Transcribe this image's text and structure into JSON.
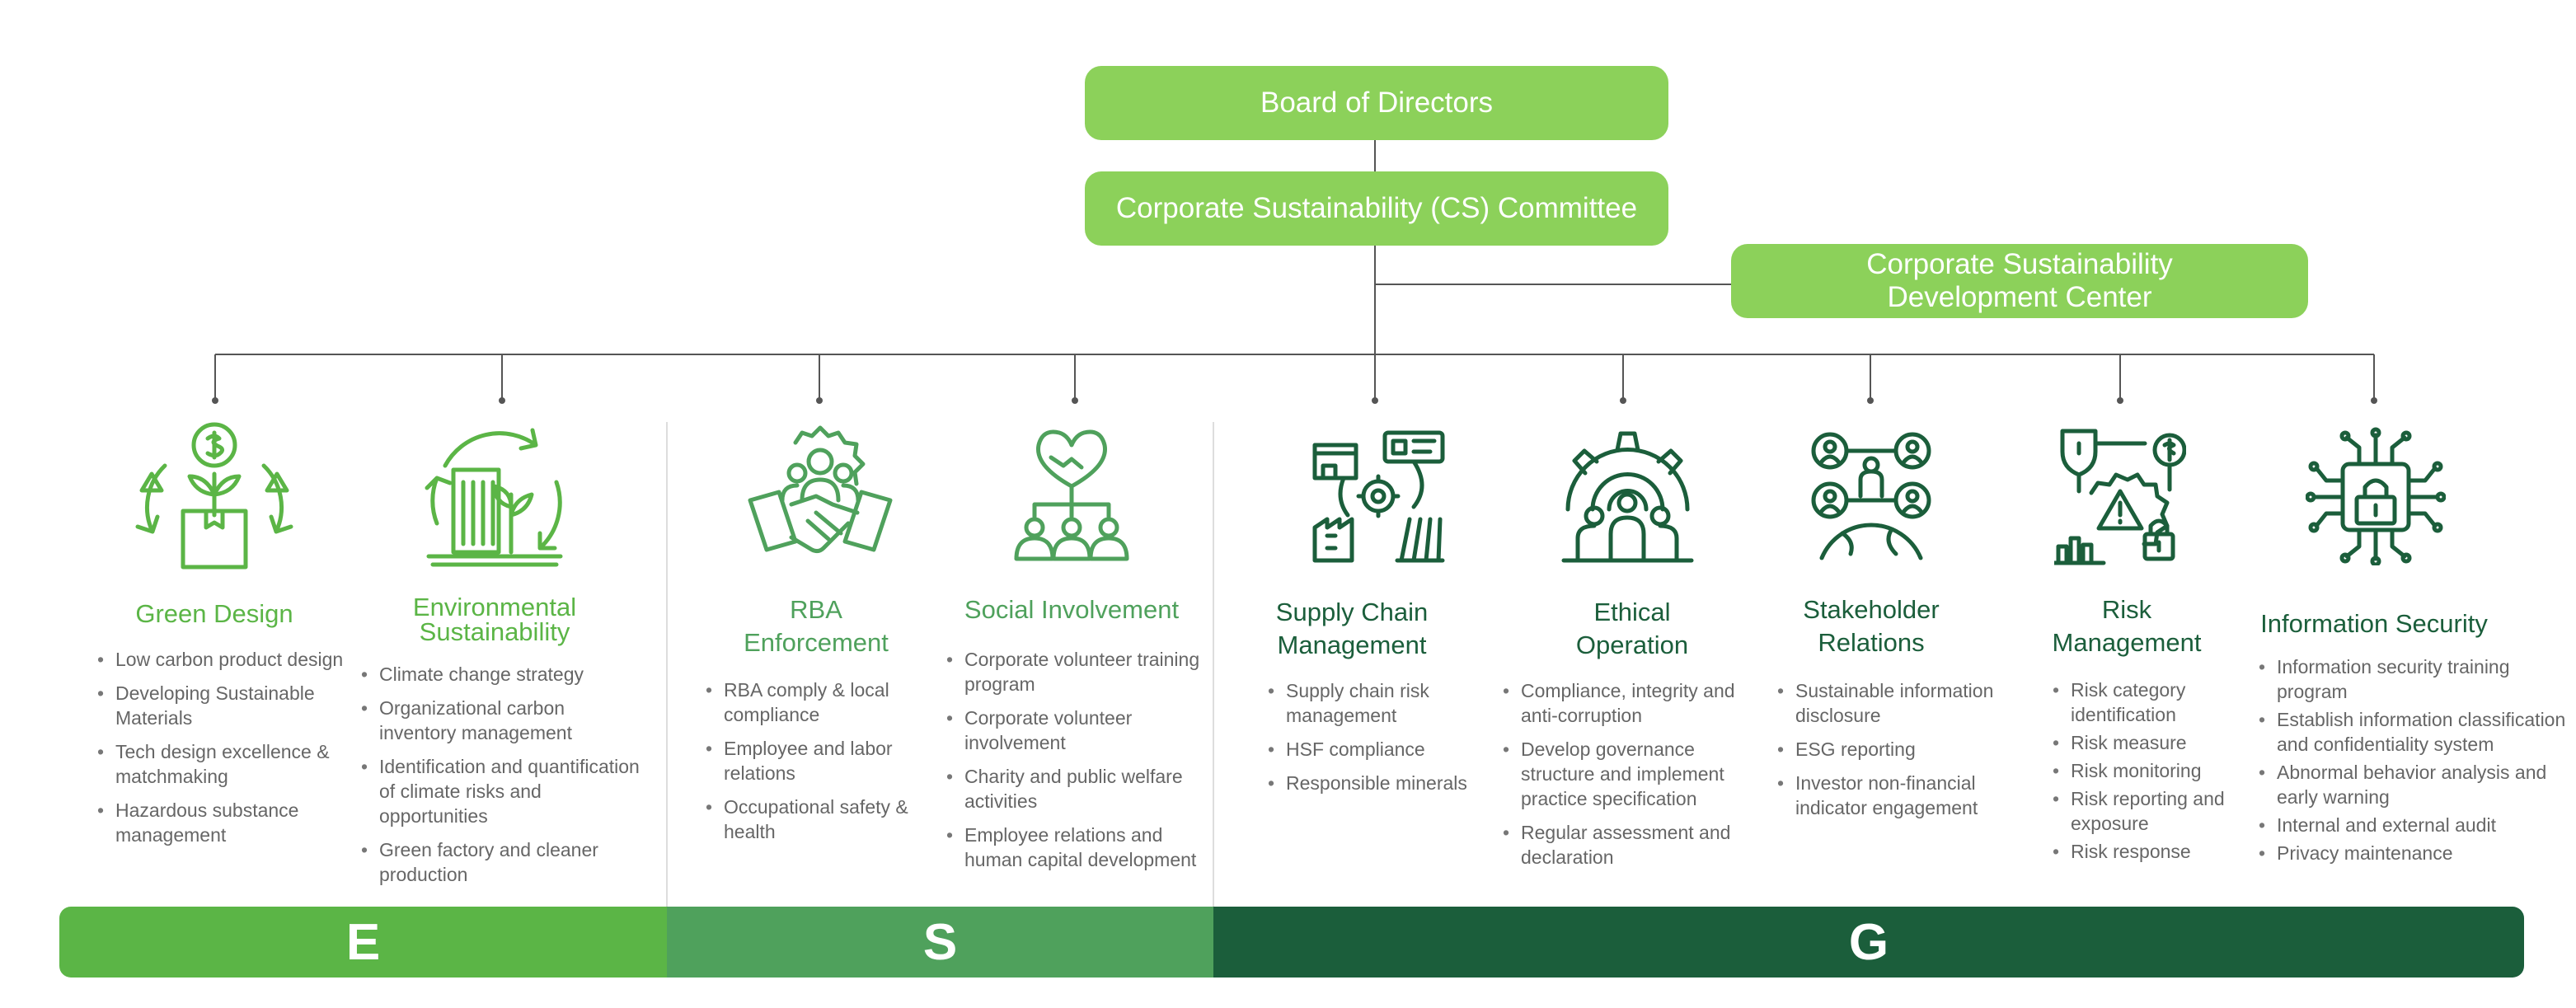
{
  "header": {
    "board": "Board of Directors",
    "committee": "Corporate Sustainability (CS) Committee",
    "center_line1": "Corporate Sustainability",
    "center_line2": "Development Center"
  },
  "bands": {
    "e": "E",
    "s": "S",
    "g": "G"
  },
  "colors": {
    "box": "#8cd15a",
    "light_green": "#5bb546",
    "mid_green": "#4fa15c",
    "dark_green": "#1b5e3b"
  },
  "columns": [
    {
      "id": "green-design",
      "icon": "recycle-box-icon",
      "title_lines": [
        "Green Design"
      ],
      "items": [
        "Low carbon product design",
        "Developing Sustainable Materials",
        "Tech design excellence & matchmaking",
        "Hazardous substance management"
      ]
    },
    {
      "id": "environmental-sustainability",
      "icon": "green-building-icon",
      "title_lines": [
        "Environmental",
        "Sustainability"
      ],
      "items": [
        "Climate change strategy",
        "Organizational carbon inventory management",
        "Identification and quantification of climate risks and opportunities",
        "Green factory and cleaner production"
      ]
    },
    {
      "id": "rba-enforcement",
      "icon": "handshake-group-icon",
      "title_lines": [
        "RBA",
        "Enforcement"
      ],
      "items": [
        "RBA comply & local compliance",
        "Employee and labor relations",
        "Occupational safety & health"
      ]
    },
    {
      "id": "social-involvement",
      "icon": "heart-community-icon",
      "title_lines": [
        "Social Involvement"
      ],
      "items": [
        "Corporate volunteer training program",
        "Corporate volunteer involvement",
        "Charity and public welfare activities",
        "Employee relations and human capital development"
      ]
    },
    {
      "id": "supply-chain-management",
      "icon": "supply-chain-icon",
      "title_lines": [
        "Supply Chain",
        "Management"
      ],
      "items": [
        "Supply chain risk management",
        "HSF compliance",
        "Responsible minerals"
      ]
    },
    {
      "id": "ethical-operation",
      "icon": "gear-people-icon",
      "title_lines": [
        "Ethical",
        "Operation"
      ],
      "items": [
        "Compliance, integrity and anti-corruption",
        "Develop governance structure and implement practice specification",
        "Regular assessment and declaration"
      ]
    },
    {
      "id": "stakeholder-relations",
      "icon": "stakeholder-network-icon",
      "title_lines": [
        "Stakeholder",
        "Relations"
      ],
      "items": [
        "Sustainable information disclosure",
        "ESG reporting",
        "Investor non-financial indicator engagement"
      ]
    },
    {
      "id": "risk-management",
      "icon": "risk-warning-icon",
      "title_lines": [
        "Risk",
        "Management"
      ],
      "items": [
        "Risk category identification",
        "Risk measure",
        "Risk monitoring",
        "Risk reporting and exposure",
        "Risk response"
      ]
    },
    {
      "id": "information-security",
      "icon": "circuit-lock-icon",
      "title_lines": [
        "Information Security"
      ],
      "items": [
        "Information security training program",
        "Establish information classification and confidentiality system",
        "Abnormal behavior analysis and early warning",
        "Internal and external audit",
        "Privacy maintenance"
      ]
    }
  ]
}
